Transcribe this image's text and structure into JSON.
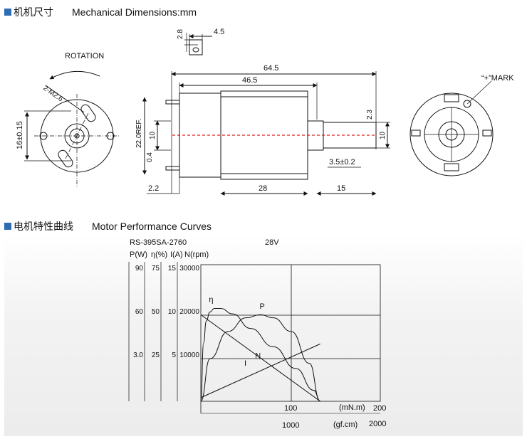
{
  "section1": {
    "square_icon": "blue-square-icon",
    "title_cn": "机机尺寸",
    "title_en": "Mechanical Dimensions:mm"
  },
  "section2": {
    "square_icon": "blue-square-icon",
    "title_cn": "电机特性曲线",
    "title_en": "Motor Performance Curves"
  },
  "dimensions": {
    "rotation": "ROTATION",
    "hole_spec": "2-M2.6",
    "dia_16": "16±0.15",
    "top_28": "2.8",
    "top_45": "4.5",
    "overall_645": "64.5",
    "body_465": "46.5",
    "ref_22": "22.0REF.",
    "d10_left": "10",
    "d04": "0.4",
    "d22": "2.2",
    "d28": "28",
    "d15": "15",
    "d23": "2.3",
    "d10_right": "10",
    "d35": "3.5±0.2",
    "mark": "“+”MARK"
  },
  "chart_data": {
    "type": "line",
    "model": "RS-395SA-2760",
    "voltage": "28V",
    "axis_headers": [
      "P(W)",
      "η(%)",
      "I(A)",
      "N(rpm)"
    ],
    "y_ticks": {
      "P": [
        "90",
        "60",
        "3.0"
      ],
      "eta": [
        "75",
        "50",
        "25"
      ],
      "I": [
        "15",
        "10",
        "5"
      ],
      "N": [
        "30000",
        "20000",
        "10000"
      ]
    },
    "x_axis_mNm": {
      "unit": "(mN.m)",
      "ticks": [
        "100",
        "200"
      ],
      "range": [
        0,
        200
      ]
    },
    "x_axis_gfcm": {
      "unit": "(gf.cm)",
      "ticks": [
        "1000",
        "2000"
      ],
      "range": [
        0,
        2040
      ]
    },
    "grid": true,
    "series": [
      {
        "name": "N",
        "x": [
          0,
          132
        ],
        "y": [
          19000,
          0
        ]
      },
      {
        "name": "I",
        "x": [
          0,
          132
        ],
        "y": [
          0.4,
          6.3
        ]
      },
      {
        "name": "P",
        "x": [
          0,
          10,
          30,
          50,
          66,
          80,
          100,
          120,
          132
        ],
        "y": [
          0,
          28,
          46,
          55,
          57,
          55,
          46,
          25,
          0
        ]
      },
      {
        "name": "η",
        "x": [
          0,
          3,
          6,
          10,
          15,
          22,
          35,
          55,
          80,
          105,
          125,
          132
        ],
        "y": [
          0,
          32,
          44,
          49,
          51,
          51,
          48,
          40,
          30,
          18,
          6,
          0
        ]
      }
    ]
  }
}
